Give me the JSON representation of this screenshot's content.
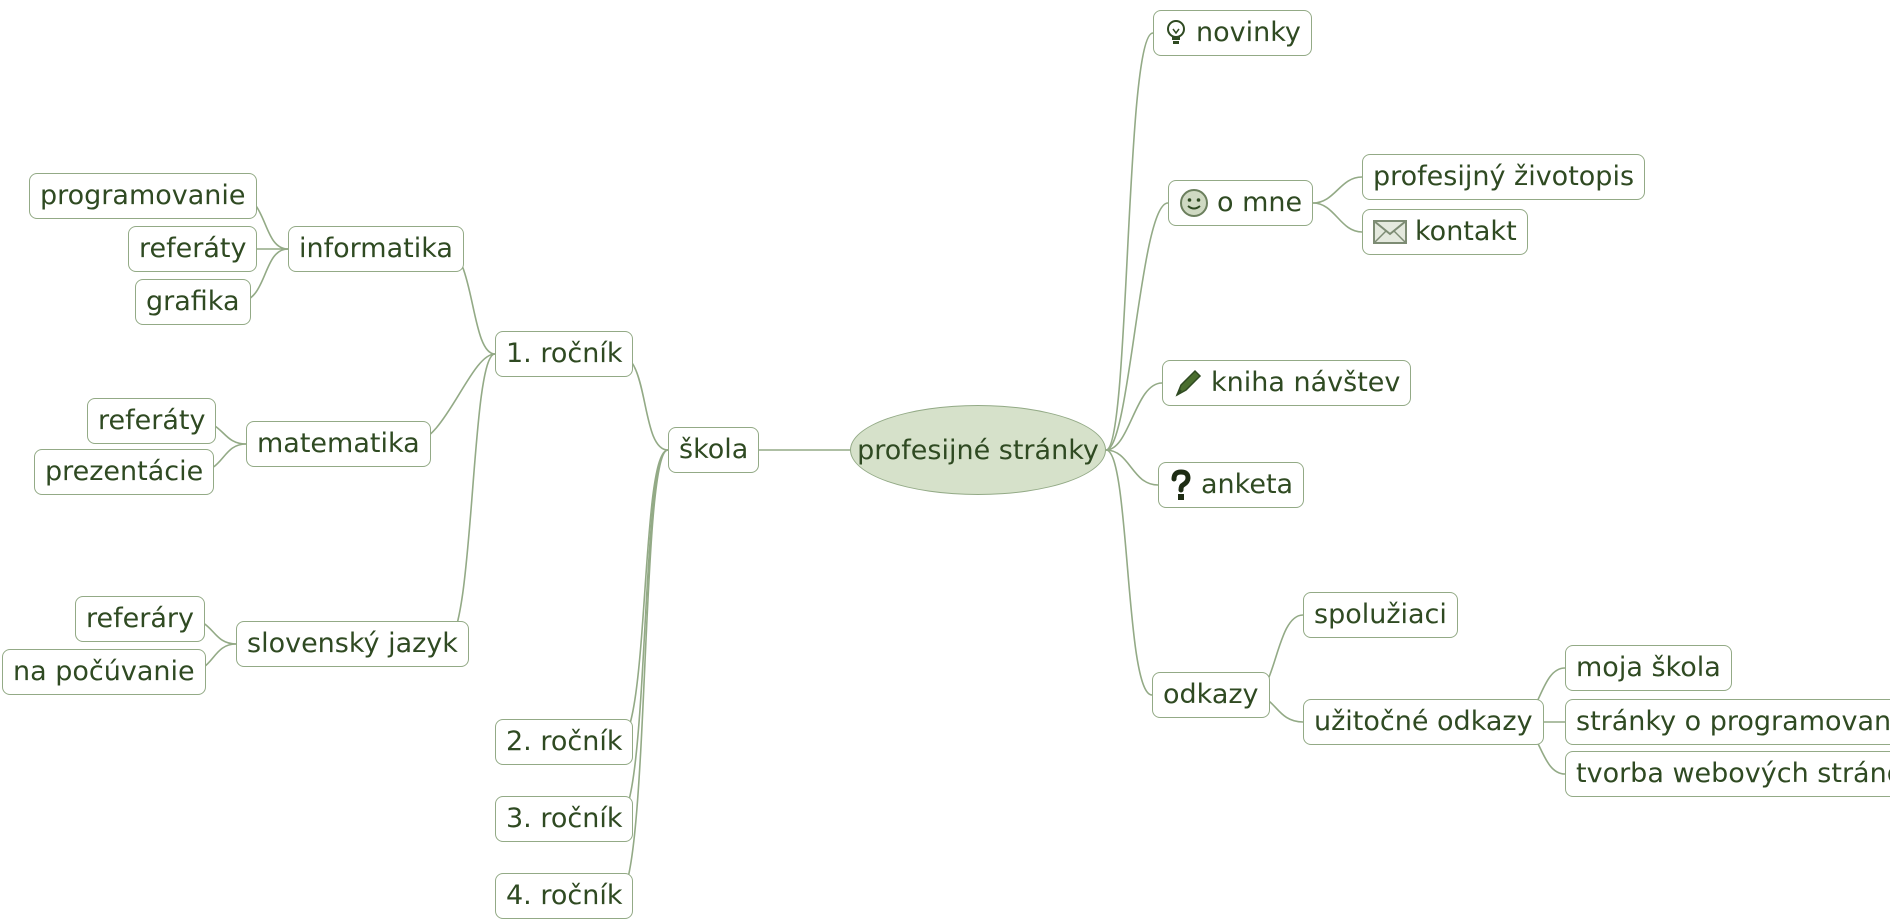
{
  "colors": {
    "line": "#93aa86",
    "text": "#2f4a22",
    "root_fill": "#d6e1ca",
    "node_fill": "#ffffff"
  },
  "root": {
    "label": "profesijné stránky"
  },
  "left": {
    "skola": "škola",
    "rocnik1": "1. ročník",
    "rocnik2": "2. ročník",
    "rocnik3": "3. ročník",
    "rocnik4": "4. ročník",
    "informatika": "informatika",
    "programovanie": "programovanie",
    "referaty_inf": "referáty",
    "grafika": "grafika",
    "matematika": "matematika",
    "referaty_mat": "referáty",
    "prezentacie": "prezentácie",
    "slovensky_jazyk": "slovenský jazyk",
    "referary": "referáry",
    "na_pocuvanie": "na počúvanie"
  },
  "right": {
    "novinky": {
      "label": "novinky",
      "icon": "lightbulb-icon"
    },
    "o_mne": {
      "label": "o mne",
      "icon": "smiley-icon"
    },
    "zivotopis": "profesijný životopis",
    "kontakt": {
      "label": "kontakt",
      "icon": "envelope-icon"
    },
    "kniha": {
      "label": "kniha návštev",
      "icon": "pen-icon"
    },
    "anketa": {
      "label": "anketa",
      "icon": "question-mark-icon"
    },
    "odkazy": "odkazy",
    "spoluziaci": "spolužiaci",
    "uzitocne": "užitočné odkazy",
    "moja_skola": "moja škola",
    "programovani": "stránky o programovaní",
    "tvorba": "tvorba webových stránok"
  }
}
